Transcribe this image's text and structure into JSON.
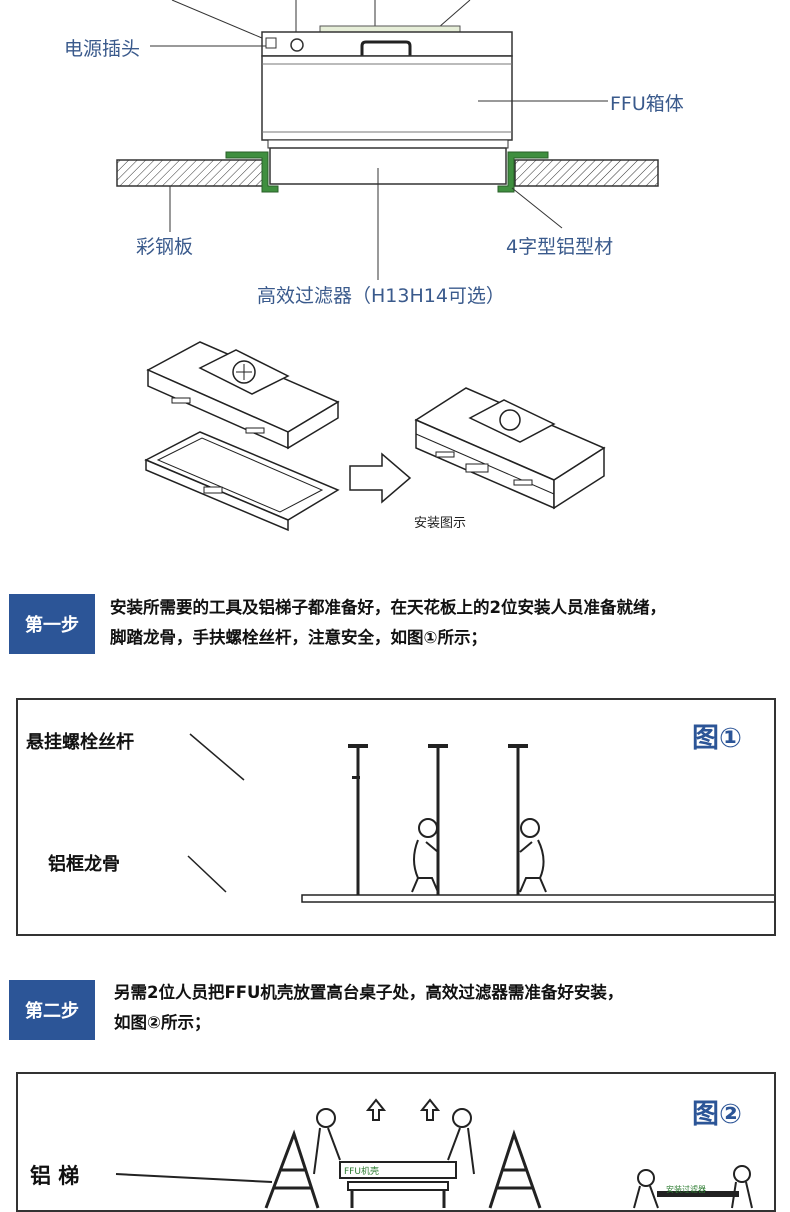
{
  "section1": {
    "labels": {
      "power_plug": "电源插头",
      "ffu_box": "FFU箱体",
      "steel_panel": "彩钢板",
      "aluminum_profile": "4字型铝型材",
      "hepa_filter": "高效过滤器（H13H14可选）"
    }
  },
  "section2": {
    "caption": "安装图示"
  },
  "step1": {
    "badge": "第一步",
    "line1": "安装所需要的工具及铝梯子都准备好，在天花板上的2位安装人员准备就绪，",
    "line2": "脚踏龙骨，手扶螺栓丝杆，注意安全，如图①所示；"
  },
  "figure1": {
    "label": "图①",
    "rod_label": "悬挂螺栓丝杆",
    "frame_label": "铝框龙骨"
  },
  "step2": {
    "badge": "第二步",
    "line1": "另需2位人员把FFU机壳放置高台桌子处，高效过滤器需准备好安装，",
    "line2": "如图②所示；"
  },
  "figure2": {
    "label": "图②",
    "ladder_label": "铝 梯",
    "box_label": "FFU机壳",
    "side_label": "安装过滤器"
  },
  "colors": {
    "accent_blue": "#2c5597",
    "label_blue": "#3a5a8c",
    "profile_green": "#3f8f3f"
  }
}
